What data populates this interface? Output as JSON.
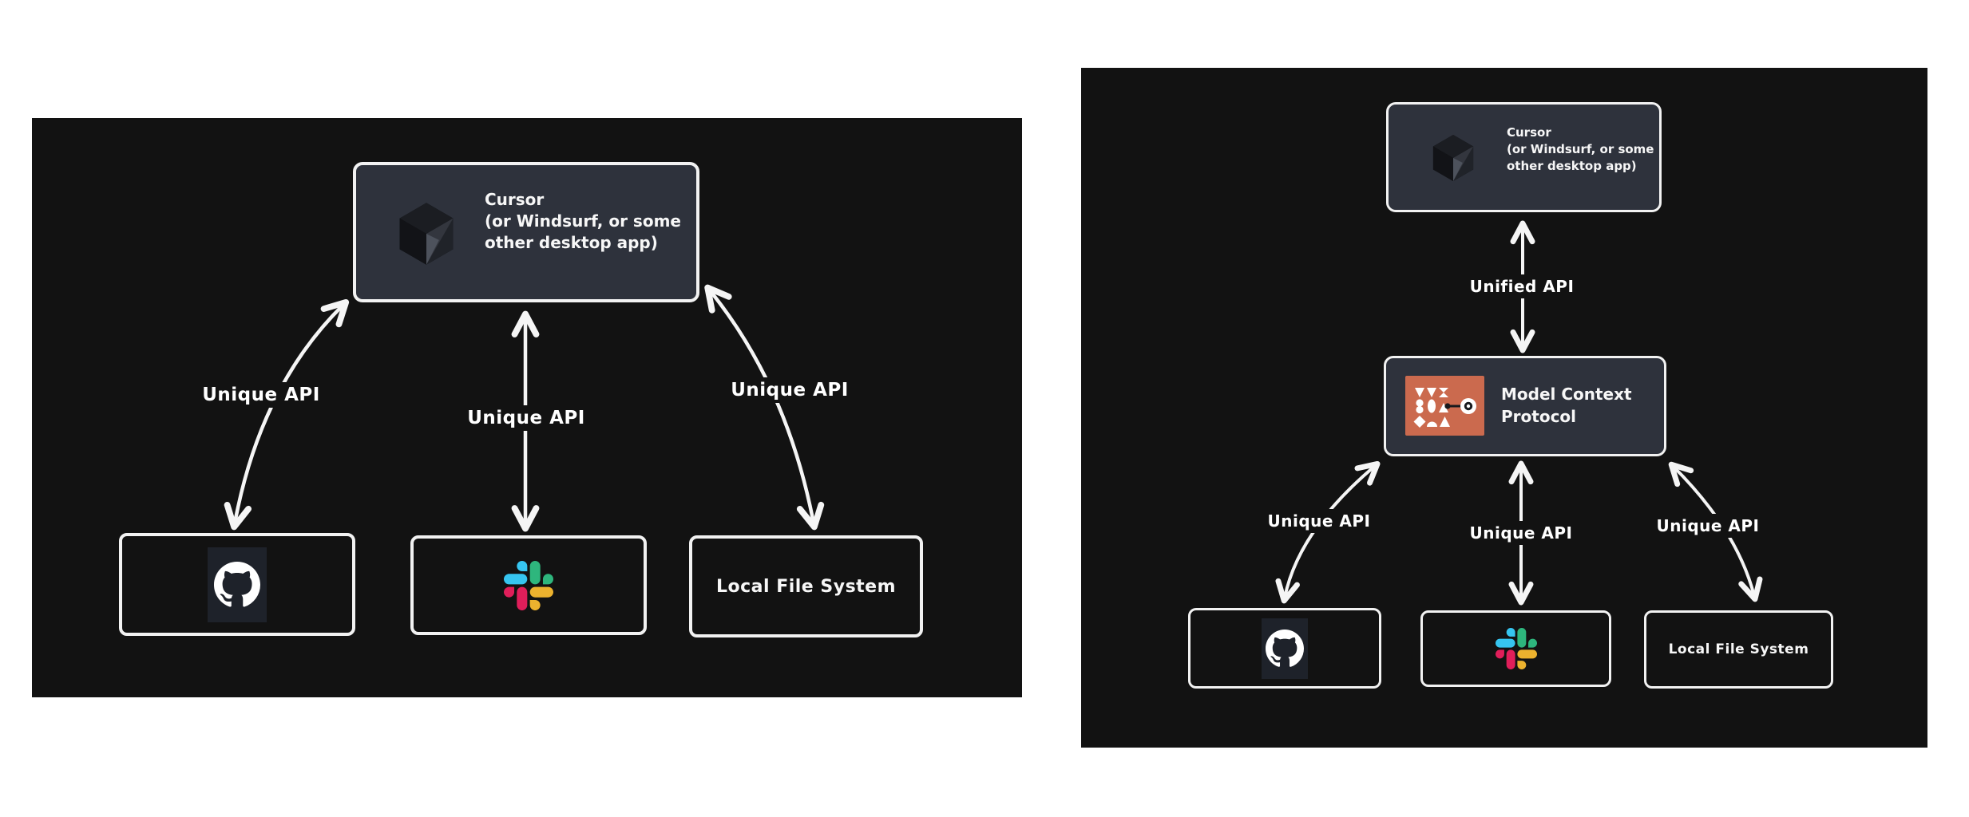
{
  "page": {
    "background": "#ffffff",
    "diagram_background": "#121212"
  },
  "colors": {
    "box_fill": "#2e323c",
    "box_border": "#f2f2f2",
    "arrow": "#f5f5f5",
    "github_tile": "#1e222a",
    "mcp_orange": "#cb6a4e",
    "slack_blue": "#36C5F0",
    "slack_green": "#2EB67D",
    "slack_red": "#E01E5A",
    "slack_yellow": "#ECB22E"
  },
  "icons": {
    "cursor": "cursor-cube-icon",
    "github": "github-octocat-icon",
    "slack": "slack-icon",
    "mcp": "mcp-shapes-icon"
  },
  "left_diagram": {
    "cursor_box": {
      "line1": "Cursor",
      "line2": "(or Windsurf, or some",
      "line3": "other desktop app)"
    },
    "connections": [
      {
        "label": "Unique API",
        "from": "Cursor",
        "to": "GitHub"
      },
      {
        "label": "Unique API",
        "from": "Cursor",
        "to": "Slack"
      },
      {
        "label": "Unique API",
        "from": "Cursor",
        "to": "Local File System"
      }
    ],
    "local_file_system_box": {
      "label": "Local File System"
    }
  },
  "right_diagram": {
    "cursor_box": {
      "line1": "Cursor",
      "line2": "(or Windsurf, or some",
      "line3": "other desktop app)"
    },
    "unified_api_label": "Unified API",
    "mcp_box": {
      "line1": "Model Context",
      "line2": "Protocol"
    },
    "connections": [
      {
        "label": "Unique API",
        "from": "Model Context Protocol",
        "to": "GitHub"
      },
      {
        "label": "Unique API",
        "from": "Model Context Protocol",
        "to": "Slack"
      },
      {
        "label": "Unique API",
        "from": "Model Context Protocol",
        "to": "Local File System"
      }
    ],
    "local_file_system_box": {
      "label": "Local File System"
    }
  }
}
